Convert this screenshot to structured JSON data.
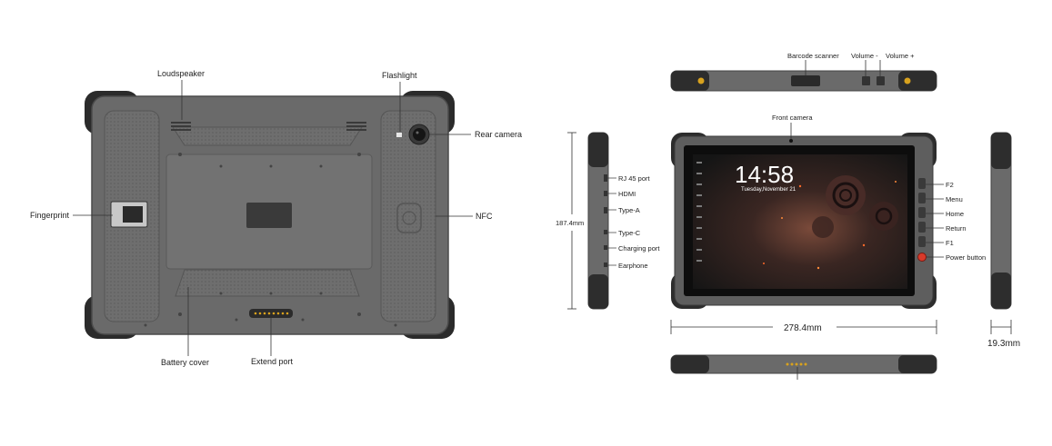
{
  "rear_view": {
    "loudspeaker": "Loudspeaker",
    "flashlight": "Flashlight",
    "rear_camera": "Rear camera",
    "fingerprint": "Fingerprint",
    "nfc": "NFC",
    "battery_cover": "Battery cover",
    "extend_port": "Extend port"
  },
  "top_view": {
    "barcode_scanner": "Barcode scanner",
    "volume_minus": "Volume -",
    "volume_plus": "Volume +"
  },
  "left_view": {
    "ports": [
      "RJ 45 port",
      "HDMI",
      "Type-A",
      "Type-C",
      "Charging port",
      "Earphone"
    ],
    "height": "187.4mm"
  },
  "front_view": {
    "front_camera": "Front camera",
    "clock": "14:58",
    "date": "Tuesday,November 21",
    "buttons": [
      "F2",
      "Menu",
      "Home",
      "Return",
      "F1",
      "Power button"
    ],
    "width": "278.4mm"
  },
  "side_view": {
    "thickness": "19.3mm"
  },
  "colors": {
    "body": "#6b6b6b",
    "bumper": "#2d2d2d",
    "power": "#d83a2a",
    "pins": "#d8a21e"
  }
}
